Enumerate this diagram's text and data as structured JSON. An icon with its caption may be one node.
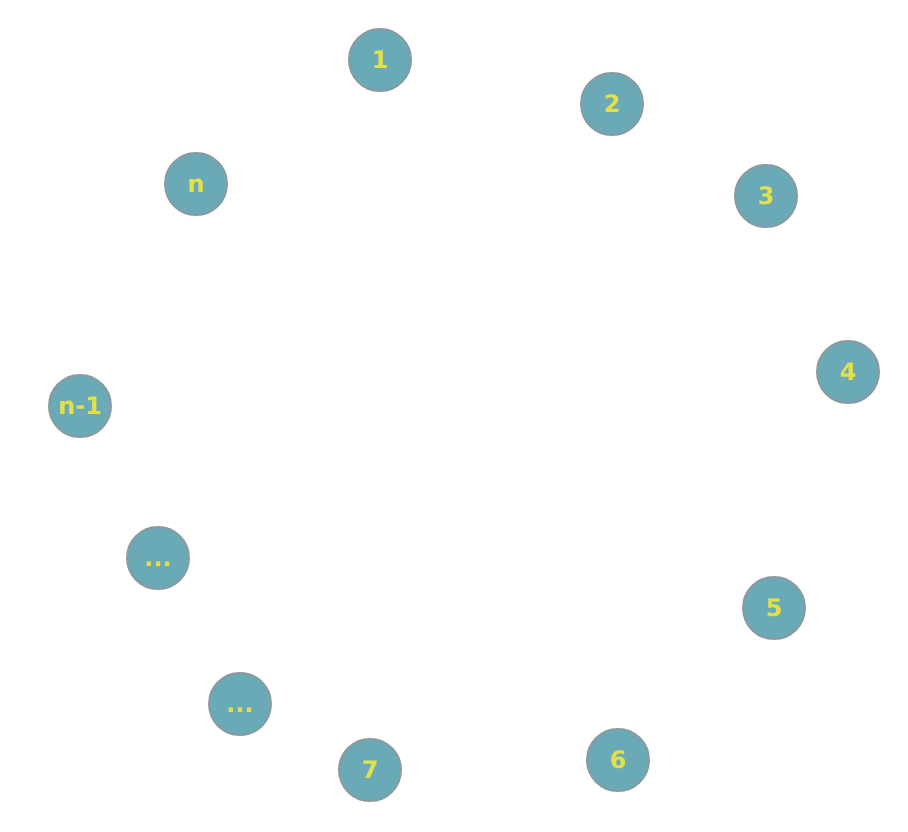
{
  "diagram": {
    "nodes": [
      {
        "text": [
          "1"
        ]
      },
      {
        "text": [
          "2"
        ]
      },
      {
        "text": [
          "3"
        ]
      },
      {
        "text": [
          "4"
        ]
      },
      {
        "text": [
          "5"
        ]
      },
      {
        "text": [
          "6"
        ]
      },
      {
        "text": [
          "7"
        ]
      },
      {
        "text": [
          "..."
        ]
      },
      {
        "text": [
          "..."
        ]
      },
      {
        "text": [
          "n-1"
        ]
      },
      {
        "text": [
          "n"
        ]
      }
    ]
  }
}
